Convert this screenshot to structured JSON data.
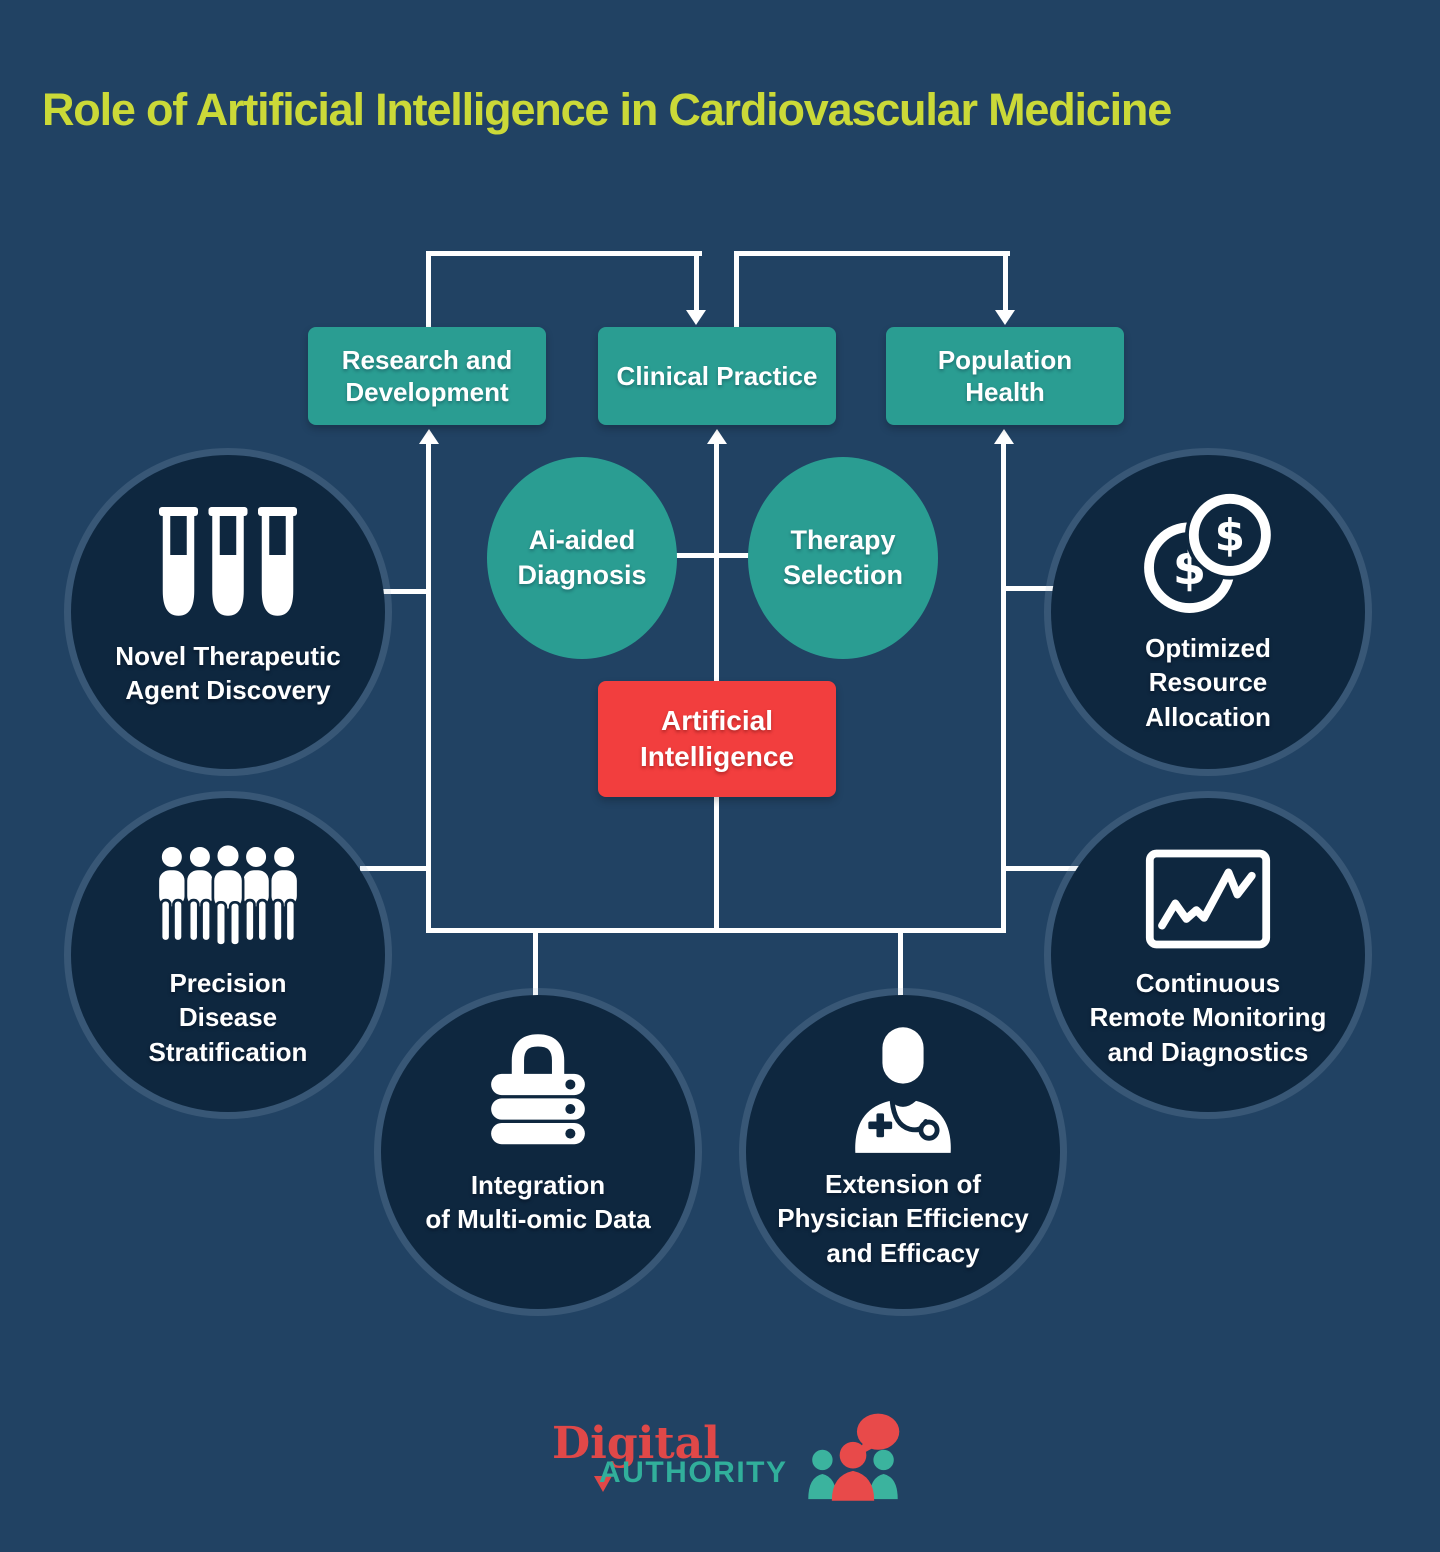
{
  "title": "Role of Artificial Intelligence in Cardiovascular Medicine",
  "colors": {
    "background": "#214263",
    "dark_circle": "#0e273f",
    "teal": "#2a9d92",
    "red": "#f23e3e",
    "title_lime": "#cbd938",
    "logo_red": "#e04848",
    "logo_teal": "#31af9b",
    "line_white": "#ffffff"
  },
  "top_boxes": [
    {
      "id": "research-development",
      "label": "Research and Development"
    },
    {
      "id": "clinical-practice",
      "label": "Clinical Practice"
    },
    {
      "id": "population-health",
      "label": "Population Health"
    }
  ],
  "mid_circles": [
    {
      "id": "ai-aided-diagnosis",
      "lines": [
        "Ai-aided",
        "Diagnosis"
      ]
    },
    {
      "id": "therapy-selection",
      "lines": [
        "Therapy",
        "Selection"
      ]
    }
  ],
  "center_box": {
    "lines": [
      "Artificial",
      "Intelligence"
    ]
  },
  "outer_circles": [
    {
      "id": "novel-therapeutic",
      "icon": "test-tubes-icon",
      "lines": [
        "Novel Therapeutic",
        "Agent Discovery"
      ]
    },
    {
      "id": "optimized-resource",
      "icon": "dollar-coins-icon",
      "lines": [
        "Optimized",
        "Resource",
        "Allocation"
      ]
    },
    {
      "id": "precision-disease",
      "icon": "people-group-icon",
      "lines": [
        "Precision",
        "Disease",
        "Stratification"
      ]
    },
    {
      "id": "continuous-remote",
      "icon": "line-chart-icon",
      "lines": [
        "Continuous",
        "Remote Monitoring",
        "and Diagnostics"
      ]
    },
    {
      "id": "integration-multiomic",
      "icon": "database-lock-icon",
      "lines": [
        "Integration",
        "of Multi-omic Data"
      ]
    },
    {
      "id": "extension-physician",
      "icon": "physician-icon",
      "lines": [
        "Extension of",
        "Physician Efficiency",
        "and Efficacy"
      ]
    }
  ],
  "logo": {
    "word1": "Digital",
    "word2": "Authority",
    "icon": "people-speech-bubble-icon"
  }
}
